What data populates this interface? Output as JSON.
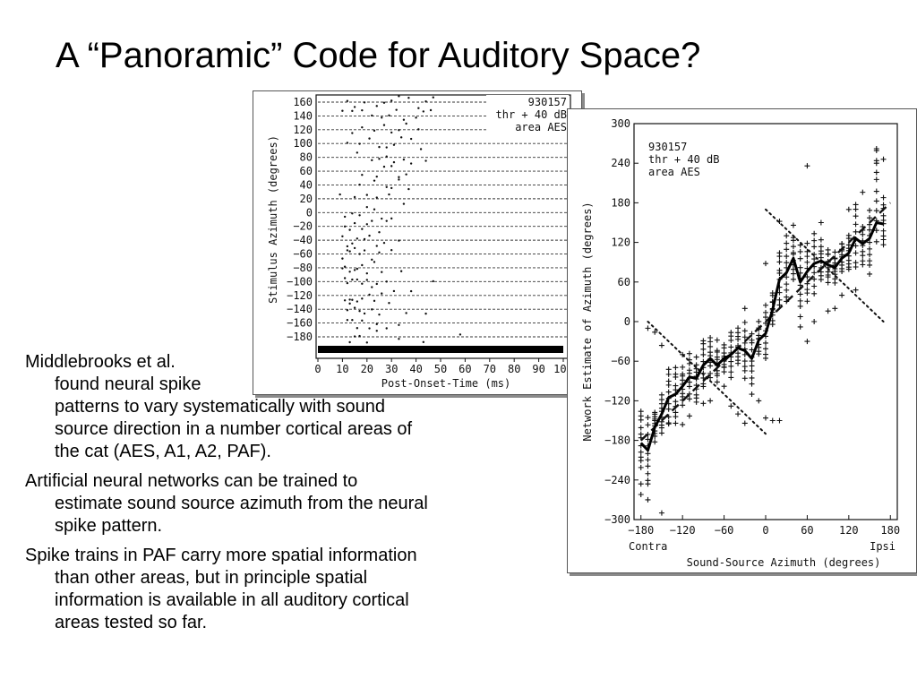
{
  "slide": {
    "title": "A “Panoramic” Code for Auditory Space?",
    "bullets": [
      {
        "lines": [
          "Middlebrooks et al.",
          "found neural spike",
          "patterns to vary systematically with sound",
          "source direction in a number cortical areas of",
          "the cat (AES, A1, A2, PAF)."
        ]
      },
      {
        "lines": [
          "Artificial neural networks can be trained to",
          "estimate sound source azimuth from the neural",
          "spike pattern."
        ]
      },
      {
        "lines": [
          "Spike trains in PAF carry more spatial information",
          "than other areas, but in principle spatial",
          "information is available in all auditory cortical",
          "areas tested so far."
        ]
      }
    ]
  },
  "chart_data": [
    {
      "type": "scatter",
      "title": "",
      "annotation": [
        "930157",
        "thr + 40 dB",
        "area AES"
      ],
      "xlabel": "Post-Onset-Time (ms)",
      "ylabel": "Stimulus Azimuth (degrees)",
      "xlim": [
        0,
        100
      ],
      "ylim": [
        -180,
        160
      ],
      "xticks": [
        "0",
        "10",
        "20",
        "30",
        "40",
        "50",
        "60",
        "70",
        "80",
        "90",
        "100"
      ],
      "yticks": [
        "160",
        "140",
        "120",
        "100",
        "80",
        "60",
        "40",
        "20",
        "0",
        "−20",
        "−40",
        "−60",
        "−80",
        "−100",
        "−120",
        "−140",
        "−160",
        "−180"
      ],
      "stimulus_bar_ms": [
        0,
        100
      ],
      "spike_clusters": [
        {
          "azimuth": 160,
          "x": [
            12,
            15,
            19,
            24,
            27,
            30,
            33,
            37,
            41,
            44,
            47
          ]
        },
        {
          "azimuth": 140,
          "x": [
            10,
            14,
            18,
            22,
            26,
            29,
            32,
            35,
            40,
            43,
            46
          ]
        },
        {
          "azimuth": 120,
          "x": [
            14,
            18,
            23,
            27,
            30,
            33,
            36,
            41
          ]
        },
        {
          "azimuth": 100,
          "x": [
            12,
            17,
            21,
            25,
            28,
            31,
            34,
            38,
            42
          ]
        },
        {
          "azimuth": 80,
          "x": [
            16,
            22,
            25,
            28,
            31,
            35,
            38,
            44
          ]
        },
        {
          "azimuth": 60,
          "x": [
            18,
            24,
            27,
            30,
            33,
            36
          ]
        },
        {
          "azimuth": 40,
          "x": [
            17,
            23,
            28,
            30,
            33,
            37
          ]
        },
        {
          "azimuth": 20,
          "x": [
            9,
            15,
            20,
            24,
            29,
            35
          ]
        },
        {
          "azimuth": 0,
          "x": [
            11,
            14,
            17,
            20,
            23,
            26,
            30
          ]
        },
        {
          "azimuth": -20,
          "x": [
            11,
            13,
            15,
            18,
            20,
            22,
            25,
            28
          ]
        },
        {
          "azimuth": -40,
          "x": [
            10,
            12,
            14,
            16,
            19,
            21,
            24,
            27,
            33
          ]
        },
        {
          "azimuth": -60,
          "x": [
            10,
            12,
            13,
            15,
            17,
            19,
            22,
            25,
            30
          ]
        },
        {
          "azimuth": -80,
          "x": [
            10,
            11,
            13,
            15,
            16,
            18,
            20,
            23,
            26,
            34
          ]
        },
        {
          "azimuth": -100,
          "x": [
            11,
            12,
            14,
            16,
            18,
            20,
            22,
            24,
            28,
            47
          ]
        },
        {
          "azimuth": -120,
          "x": [
            11,
            13,
            14,
            16,
            18,
            21,
            23,
            26,
            31,
            38
          ]
        },
        {
          "azimuth": -140,
          "x": [
            12,
            13,
            15,
            17,
            19,
            22,
            25,
            29,
            36,
            44
          ]
        },
        {
          "azimuth": -160,
          "x": [
            12,
            14,
            16,
            18,
            21,
            24,
            28,
            33
          ]
        },
        {
          "azimuth": -180,
          "x": [
            13,
            15,
            17,
            20,
            24,
            33,
            43,
            58
          ]
        }
      ]
    },
    {
      "type": "scatter",
      "title": "",
      "annotation": [
        "930157",
        "thr + 40 dB",
        "area AES"
      ],
      "xlabel": "Sound-Source Azimuth (degrees)",
      "ylabel": "Network Estimate of Azimuth (degrees)",
      "xlim": [
        -190,
        190
      ],
      "ylim": [
        -300,
        300
      ],
      "xticks": [
        "−180",
        "−120",
        "−60",
        "0",
        "60",
        "120",
        "180"
      ],
      "yticks": [
        "300",
        "240",
        "180",
        "120",
        "60",
        "0",
        "−60",
        "−120",
        "−180",
        "−240",
        "−300"
      ],
      "x_end_labels": [
        "Contra",
        "Ipsi"
      ],
      "estimate_clusters": [
        {
          "azimuth": -180,
          "center": -182,
          "spread": 40,
          "outliers": [
            -136,
            -246,
            -262
          ]
        },
        {
          "azimuth": -170,
          "center": -195,
          "spread": 48,
          "outliers": [
            -10,
            -246,
            -270
          ]
        },
        {
          "azimuth": -160,
          "center": -158,
          "spread": 22,
          "outliers": [
            -16,
            -150
          ]
        },
        {
          "azimuth": -150,
          "center": -140,
          "spread": 28,
          "outliers": [
            -36,
            -290
          ]
        },
        {
          "azimuth": -140,
          "center": -112,
          "spread": 42,
          "outliers": [
            -155
          ]
        },
        {
          "azimuth": -130,
          "center": -108,
          "spread": 38,
          "outliers": [
            -154
          ]
        },
        {
          "azimuth": -120,
          "center": -98,
          "spread": 26,
          "outliers": [
            -50,
            -156
          ]
        },
        {
          "azimuth": -110,
          "center": -82,
          "spread": 34,
          "outliers": [
            -143
          ]
        },
        {
          "azimuth": -100,
          "center": -86,
          "spread": 30,
          "outliers": [
            -122
          ]
        },
        {
          "azimuth": -90,
          "center": -64,
          "spread": 36,
          "outliers": [
            -124
          ]
        },
        {
          "azimuth": -80,
          "center": -54,
          "spread": 28,
          "outliers": [
            -120
          ]
        },
        {
          "azimuth": -70,
          "center": -66,
          "spread": 24,
          "outliers": [
            -28
          ]
        },
        {
          "azimuth": -60,
          "center": -56,
          "spread": 20,
          "outliers": [
            -98
          ]
        },
        {
          "azimuth": -50,
          "center": -50,
          "spread": 36,
          "outliers": [
            -128
          ]
        },
        {
          "azimuth": -40,
          "center": -38,
          "spread": 28,
          "outliers": [
            -140
          ]
        },
        {
          "azimuth": -30,
          "center": -44,
          "spread": 40,
          "outliers": [
            20,
            -154
          ]
        },
        {
          "azimuth": -20,
          "center": -56,
          "spread": 38,
          "outliers": [
            -110
          ]
        },
        {
          "azimuth": -10,
          "center": -26,
          "spread": 24,
          "outliers": [
            -120
          ]
        },
        {
          "azimuth": 0,
          "center": -16,
          "spread": 42,
          "outliers": [
            88,
            -146
          ]
        },
        {
          "azimuth": 10,
          "center": 20,
          "spread": 22,
          "outliers": [
            -150
          ]
        },
        {
          "azimuth": 20,
          "center": 66,
          "spread": 40,
          "outliers": [
            152,
            -150
          ]
        },
        {
          "azimuth": 30,
          "center": 74,
          "spread": 44,
          "outliers": [
            130
          ]
        },
        {
          "azimuth": 40,
          "center": 96,
          "spread": 34,
          "outliers": [
            146
          ]
        },
        {
          "azimuth": 50,
          "center": 58,
          "spread": 48,
          "outliers": [
            -8,
            116
          ]
        },
        {
          "azimuth": 60,
          "center": 74,
          "spread": 42,
          "outliers": [
            236,
            -30
          ]
        },
        {
          "azimuth": 70,
          "center": 88,
          "spread": 46,
          "outliers": [
            0
          ]
        },
        {
          "azimuth": 80,
          "center": 92,
          "spread": 30,
          "outliers": [
            150
          ]
        },
        {
          "azimuth": 90,
          "center": 86,
          "spread": 24,
          "outliers": [
            16
          ]
        },
        {
          "azimuth": 100,
          "center": 82,
          "spread": 22,
          "outliers": [
            20
          ]
        },
        {
          "azimuth": 110,
          "center": 98,
          "spread": 22,
          "outliers": [
            40
          ]
        },
        {
          "azimuth": 120,
          "center": 104,
          "spread": 26,
          "outliers": [
            170
          ]
        },
        {
          "azimuth": 130,
          "center": 130,
          "spread": 50,
          "outliers": [
            48
          ]
        },
        {
          "azimuth": 140,
          "center": 116,
          "spread": 28,
          "outliers": [
            196
          ]
        },
        {
          "azimuth": 150,
          "center": 126,
          "spread": 40,
          "outliers": [
            72
          ]
        },
        {
          "azimuth": 160,
          "center": 190,
          "spread": 70,
          "outliers": [
            262,
            240
          ]
        },
        {
          "azimuth": 170,
          "center": 150,
          "spread": 36,
          "outliers": [
            246
          ]
        }
      ],
      "median_line": {
        "x": [
          -180,
          -170,
          -160,
          -150,
          -140,
          -130,
          -120,
          -110,
          -100,
          -90,
          -80,
          -70,
          -60,
          -50,
          -40,
          -30,
          -20,
          -10,
          0,
          10,
          20,
          30,
          40,
          50,
          60,
          70,
          80,
          90,
          100,
          110,
          120,
          130,
          140,
          150,
          160,
          170
        ],
        "y": [
          -184,
          -195,
          -160,
          -140,
          -115,
          -110,
          -98,
          -84,
          -86,
          -66,
          -56,
          -66,
          -56,
          -50,
          -40,
          -44,
          -56,
          -28,
          -18,
          18,
          64,
          74,
          96,
          60,
          76,
          88,
          92,
          86,
          82,
          96,
          104,
          126,
          118,
          126,
          150,
          148
        ]
      },
      "identity_line": {
        "x": [
          -180,
          180
        ],
        "y": [
          -180,
          180
        ]
      },
      "dotted_bounds": [
        {
          "x": [
            -170,
            0
          ],
          "y": [
            0,
            -170
          ]
        },
        {
          "x": [
            0,
            170
          ],
          "y": [
            170,
            0
          ]
        }
      ]
    }
  ]
}
